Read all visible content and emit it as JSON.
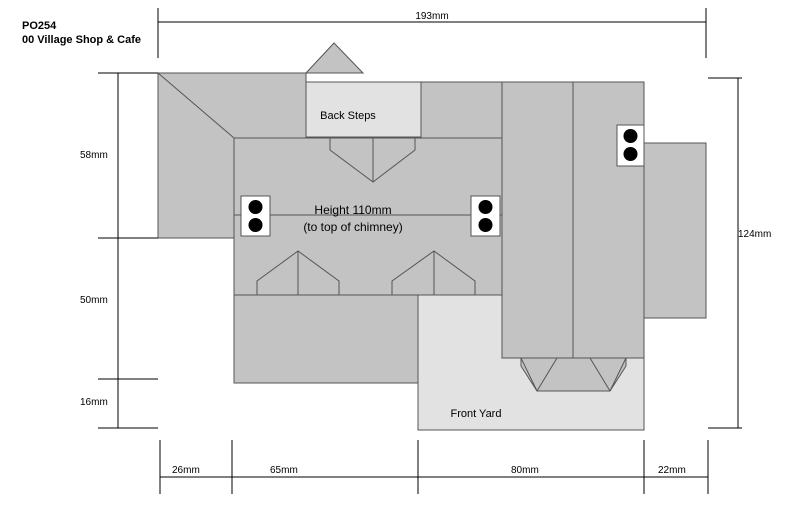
{
  "header": {
    "code": "PO254",
    "name": "00 Village Shop & Cafe"
  },
  "dimensions": {
    "overall_width": "193mm",
    "overall_depth": "124mm",
    "left_segments": [
      "58mm",
      "50mm",
      "16mm"
    ],
    "bottom_segments": [
      "26mm",
      "65mm",
      "80mm",
      "22mm"
    ]
  },
  "labels": {
    "back_steps": "Back Steps",
    "height_line1": "Height 110mm",
    "height_line2": "(to top of chimney)",
    "front_yard": "Front Yard"
  },
  "colors": {
    "roof": "#c3c3c3",
    "yard": "#e2e2e2",
    "outline": "#555555"
  }
}
